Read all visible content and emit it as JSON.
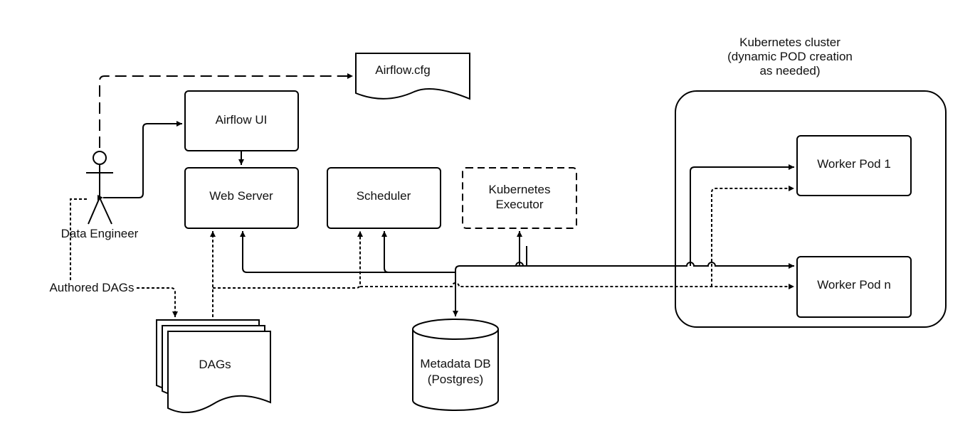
{
  "nodes": {
    "airflow_cfg": "Airflow.cfg",
    "airflow_ui": "Airflow UI",
    "web_server": "Web Server",
    "scheduler": "Scheduler",
    "k8s_executor_line1": "Kubernetes",
    "k8s_executor_line2": "Executor",
    "worker_pod_1": "Worker Pod 1",
    "worker_pod_n": "Worker Pod n",
    "dags": "DAGs",
    "metadata_db_line1": "Metadata DB",
    "metadata_db_line2": "(Postgres)",
    "data_engineer": "Data Engineer",
    "authored_dags": "Authored DAGs"
  },
  "cluster": {
    "line1": "Kubernetes cluster",
    "line2": "(dynamic POD creation",
    "line3": "as needed)"
  }
}
